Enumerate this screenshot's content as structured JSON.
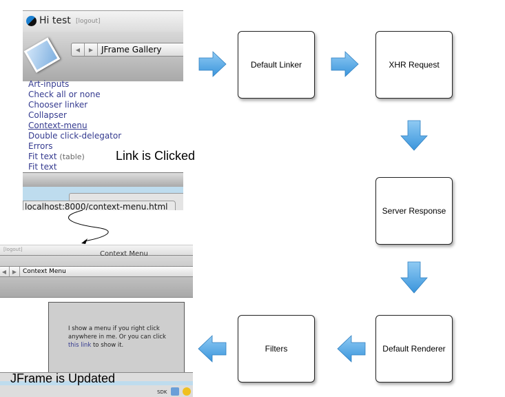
{
  "top_window": {
    "greeting": "Hi test",
    "logout": "[logout]",
    "nav_title": "JFrame Gallery",
    "list_items": [
      "Art-inputs",
      "Check all or none",
      "Chooser linker",
      "Collapser",
      "Context-menu",
      "Double click-delegator",
      "Errors",
      "Fit text",
      "Fit text"
    ],
    "list_item_suffix": "(table)",
    "status_url": "localhost:8000/context-menu.html"
  },
  "bottom_window": {
    "logout": "[logout]",
    "window_title": "Context Menu",
    "nav_title": "Context Menu",
    "content_text": "I show a menu if you right click anywhere in me. Or you can click",
    "content_link": "this link",
    "content_tail": "to show it.",
    "dock_label": "SDK"
  },
  "captions": {
    "link_clicked": "Link is Clicked",
    "jframe_updated": "JFrame is Updated"
  },
  "steps": [
    "Default Linker",
    "XHR Request",
    "Server Response",
    "Default Renderer",
    "Filters"
  ],
  "colors": {
    "arrow": "#5aaee8",
    "link": "#343a8f"
  }
}
